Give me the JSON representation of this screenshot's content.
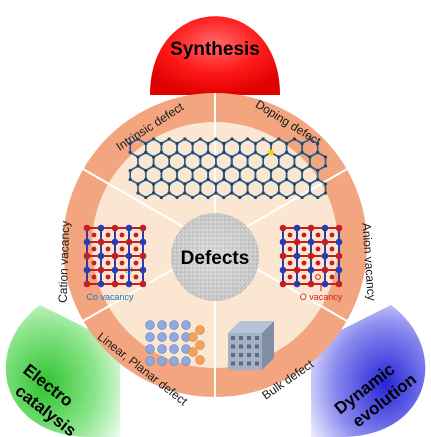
{
  "center_label": "Defects",
  "petals": {
    "top": {
      "label": "Synthesis",
      "color": "#ff1a1a"
    },
    "bottom_left": {
      "line1": "Electro",
      "line2": "catalysis",
      "color": "#3cd23c"
    },
    "bottom_right": {
      "line1": "Dynamic",
      "line2": "evolution",
      "color": "#3a3ae8"
    }
  },
  "ring_labels": {
    "intrinsic": "Intrinsic defect",
    "doping": "Doping defect",
    "anion": "Anion vacancy",
    "bulk": "Bulk defect",
    "linear_planar": "Linear, Planar defect",
    "cation": "Cation vacancy"
  },
  "sub_labels": {
    "co_vacancy": "Co vacancy",
    "o_vacancy": "O vacancy"
  },
  "colors": {
    "ring": "#f2a57e",
    "inner_fill": "#fbe6d2",
    "graphene": "#2b5c8a",
    "co_vacancy": "#1f77c8",
    "o_vacancy": "#d42020",
    "cation_atom": "#2a3db0",
    "anion_atom": "#c81e1e"
  }
}
